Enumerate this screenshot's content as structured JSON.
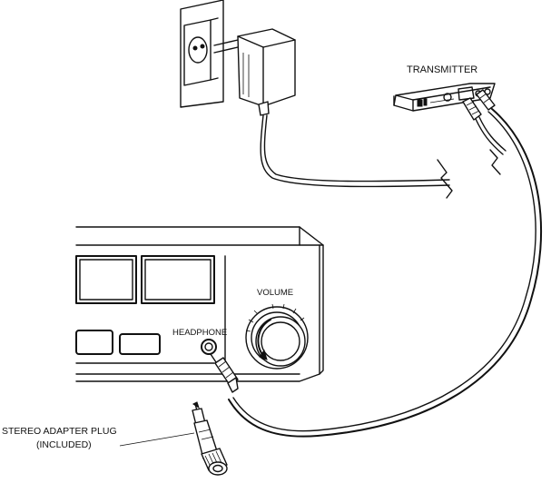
{
  "labels": {
    "transmitter": "TRANSMITTER",
    "volume": "VOLUME",
    "headphone": "HEADPHONE",
    "adapter_line1": "STEREO ADAPTER PLUG",
    "adapter_line2": "(INCLUDED)"
  },
  "icons": {
    "wall_outlet": "wall-outlet-icon",
    "ac_adapter": "ac-adapter-icon",
    "transmitter": "transmitter-device-icon",
    "stereo_receiver": "stereo-receiver-icon",
    "volume_knob": "volume-knob-icon",
    "headphone_jack": "headphone-jack-icon",
    "adapter_plug": "stereo-adapter-plug-icon"
  }
}
